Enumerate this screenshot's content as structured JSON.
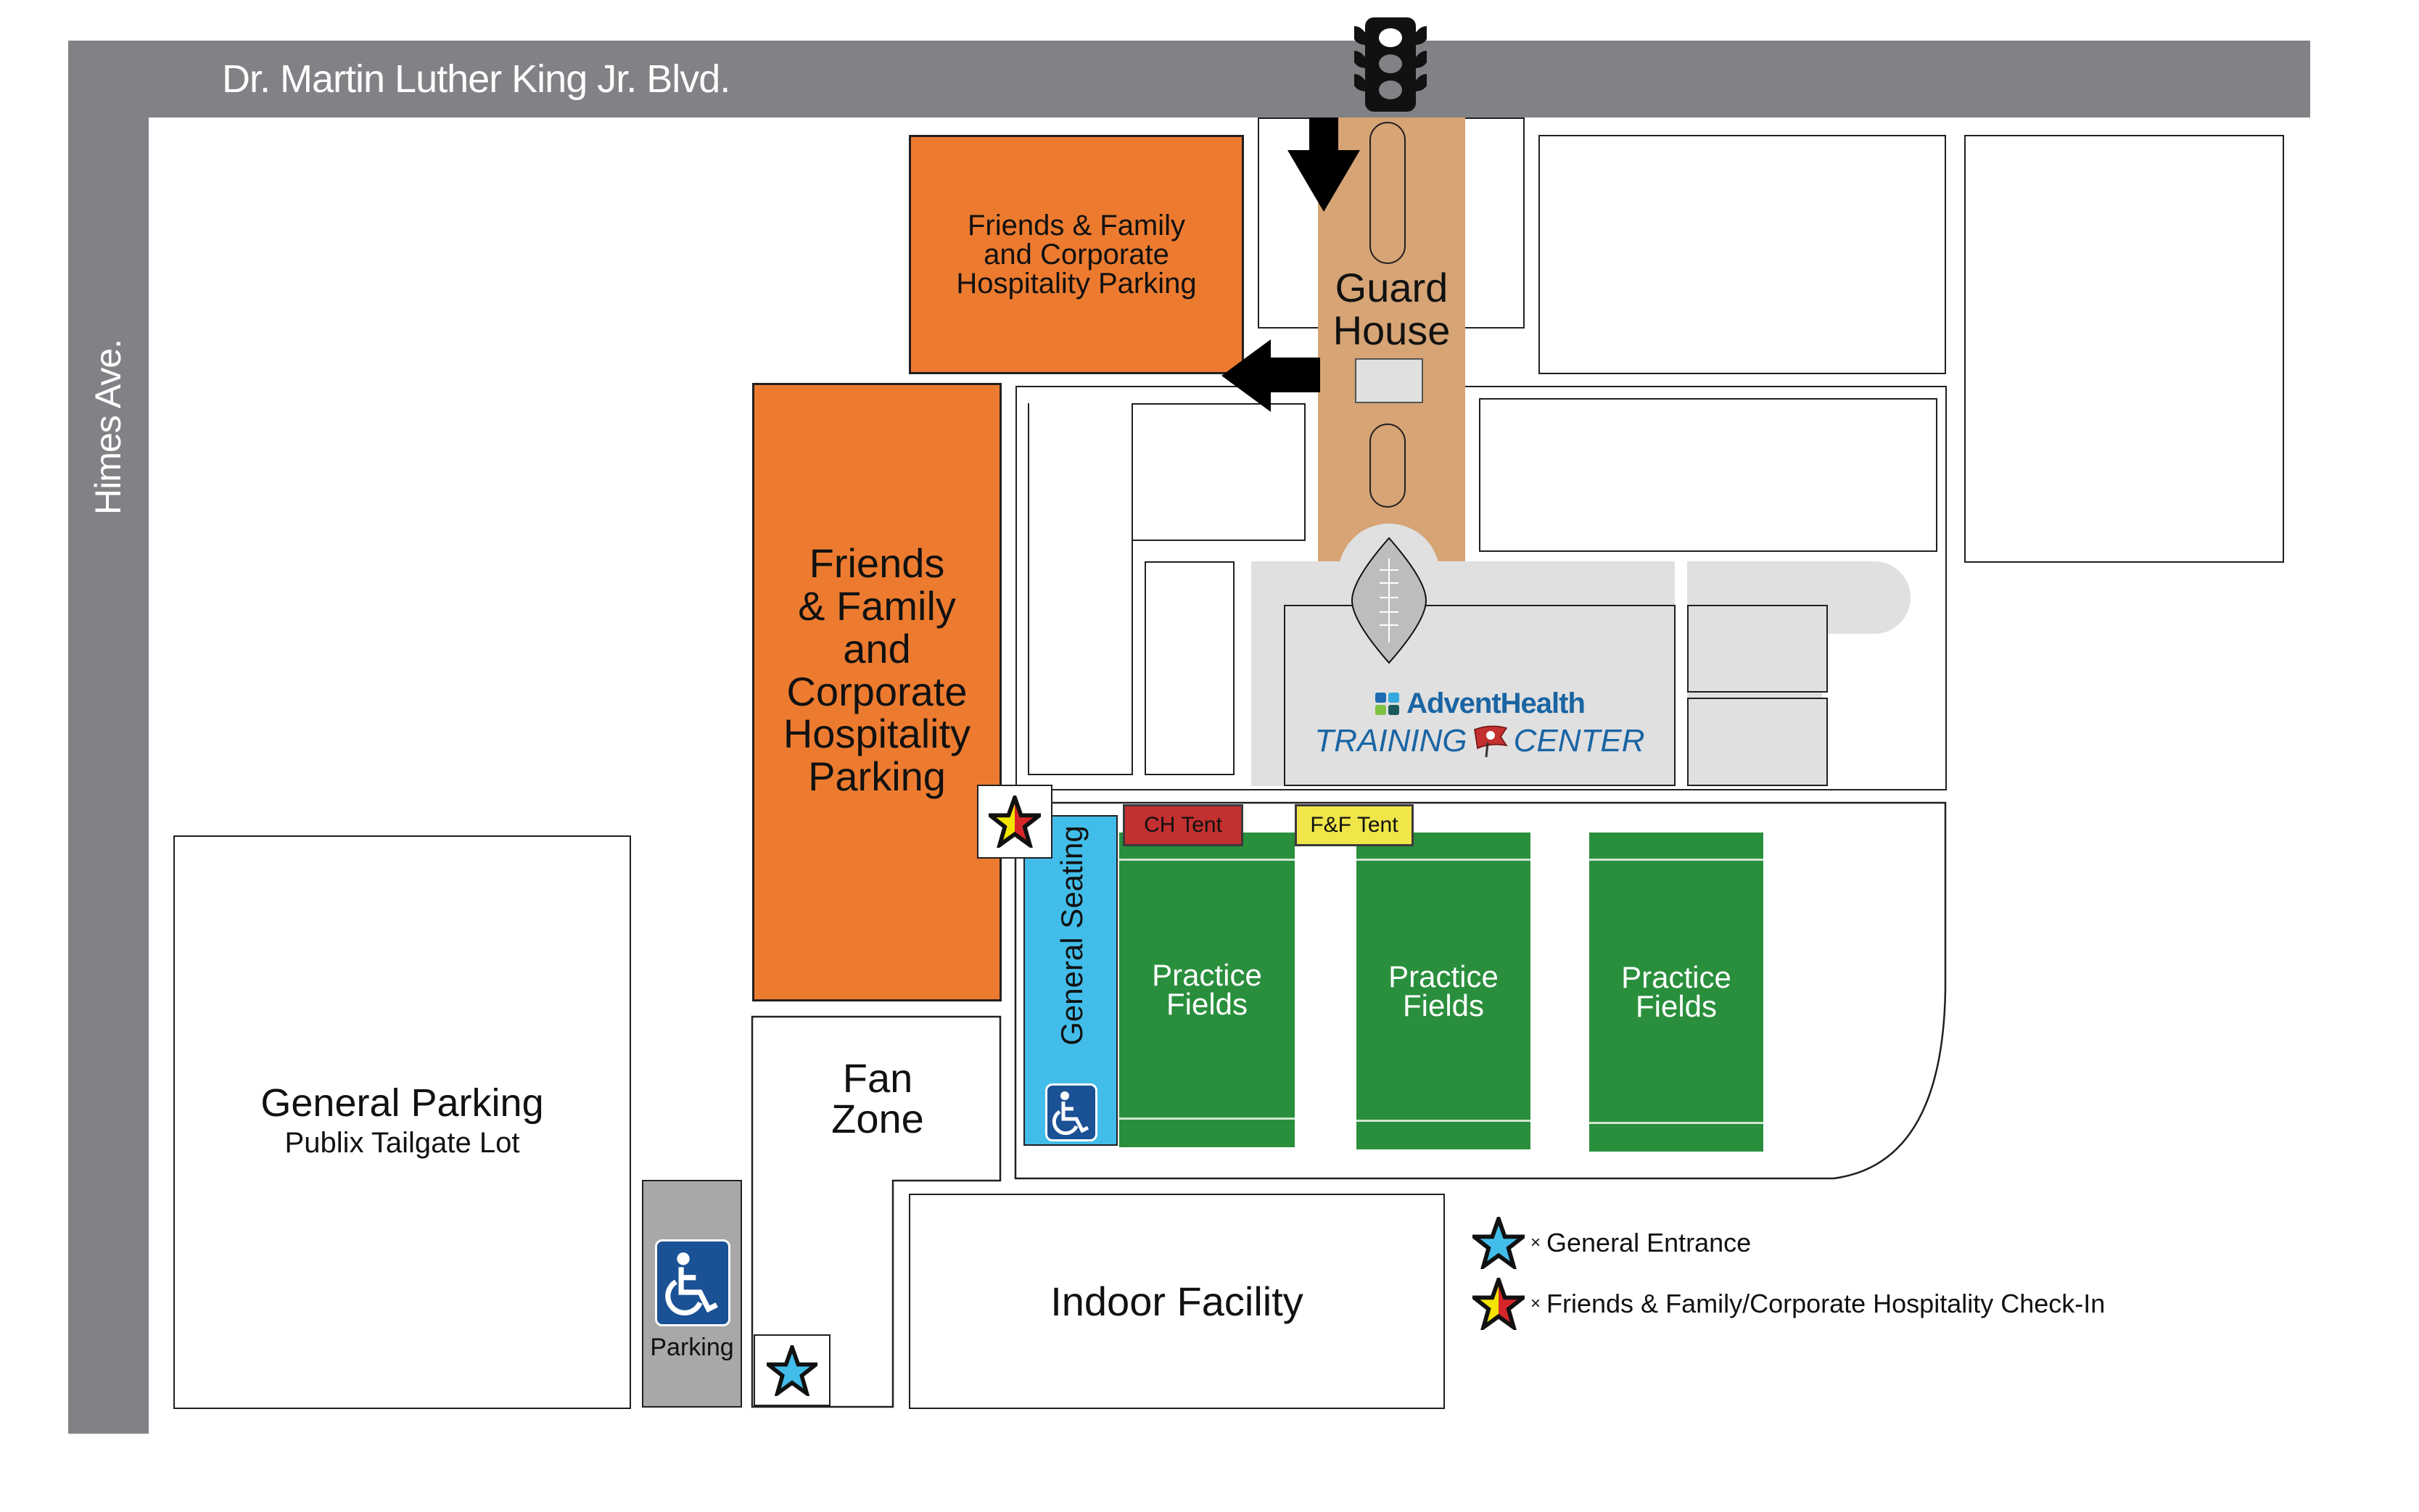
{
  "map": {
    "title": "AdventHealth Training Center Site Map",
    "colors": {
      "road": "#818285",
      "hospitality_parking": "#ec7b30",
      "entry_road": "#d6a475",
      "practice_field": "#2a8f3d",
      "general_seating": "#42bde9",
      "ch_tent": "#c2302f",
      "ff_tent": "#f0e64a",
      "accessible": "#1b5195",
      "accessible_parking": "#a8a8a8",
      "building_gray": "#e0e0e0",
      "brand_blue": "#1a65a3"
    }
  },
  "roads": {
    "top": "Dr. Martin Luther King Jr. Blvd.",
    "left": "Himes Ave."
  },
  "icons": {
    "traffic_light": "traffic-light-icon",
    "arrow_down": "arrow-down-icon",
    "arrow_left": "arrow-left-icon",
    "football": "football-icon",
    "accessible": "wheelchair-icon",
    "general_entrance": "blue-star-icon",
    "hospitality_checkin": "yellow-red-star-icon"
  },
  "areas": {
    "guard_house": "Guard House",
    "hospitality_parking_top": [
      "Friends & Family",
      "and Corporate",
      "Hospitality Parking"
    ],
    "hospitality_parking_tall": [
      "Friends",
      "& Family",
      "and",
      "Corporate",
      "Hospitality",
      "Parking"
    ],
    "training_center": {
      "brand": "AdventHealth",
      "line1": "TRAINING",
      "line2": "CENTER"
    },
    "general_seating": "General Seating",
    "ch_tent": "CH Tent",
    "ff_tent": "F&F Tent",
    "practice_fields": [
      [
        "Practice",
        "Fields"
      ],
      [
        "Practice",
        "Fields"
      ],
      [
        "Practice",
        "Fields"
      ]
    ],
    "fan_zone": [
      "Fan",
      "Zone"
    ],
    "general_parking": {
      "title": "General Parking",
      "subtitle": "Publix Tailgate Lot"
    },
    "accessible_parking": "Parking",
    "indoor_facility": "Indoor Facility"
  },
  "legend": [
    {
      "icon": "blue-star-icon",
      "label": "General Entrance"
    },
    {
      "icon": "yellow-red-star-icon",
      "label": "Friends & Family/Corporate Hospitality Check-In"
    }
  ],
  "legend_multiplier": "×"
}
